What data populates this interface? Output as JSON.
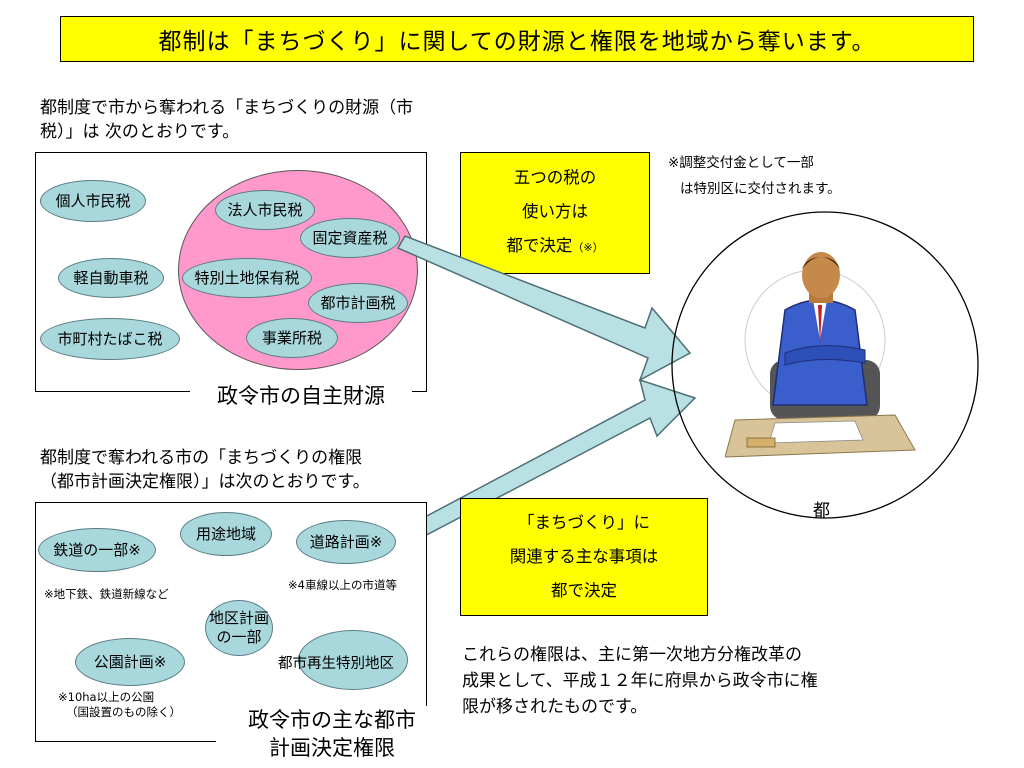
{
  "title": "都制は「まちづくり」に関しての財源と権限を地域から奪います。",
  "finance_section": {
    "intro_line1": "都制度で市から奪われる「まちづくりの財源（市",
    "intro_line2": "税）」は 次のとおりです。",
    "caption": "政令市の自主財源",
    "outer_taxes": [
      "個人市民税",
      "軽自動車税",
      "市町村たばこ税"
    ],
    "inner_taxes": [
      "法人市民税",
      "固定資産税",
      "特別土地保有税",
      "都市計画税",
      "事業所税"
    ]
  },
  "yellow_box_1": {
    "line1": "五つの税の",
    "line2": "使い方は",
    "line3": "都で決定",
    "mark": "（※）"
  },
  "note_top": {
    "line1": "※調整交付金として一部",
    "line2": "は特別区に交付されます。"
  },
  "authority_section": {
    "intro_line1": "都制度で奪われる市の「まちづくりの権限",
    "intro_line2": "（都市計画決定権限）」は次のとおりです。",
    "caption_line1": "政令市の主な都市",
    "caption_line2": "計画決定権限",
    "items": {
      "railway": "鉄道の一部※",
      "zoning": "用途地域",
      "road": "道路計画※",
      "district_line1": "地区計画",
      "district_line2": "の一部",
      "park": "公園計画※",
      "renewal": "都市再生特別地区"
    },
    "notes": {
      "railway": "※地下鉄、鉄道新線など",
      "road": "※4車線以上の市道等",
      "park_line1": "※10ha以上の公園",
      "park_line2": "（国設置のもの除く）"
    }
  },
  "yellow_box_2": {
    "line1": "「まちづくり」に",
    "line2": "関連する主な事項は",
    "line3": "都で決定"
  },
  "metro_label": "都",
  "bottom_text": {
    "line1": "これらの権限は、主に第一次地方分権改革の",
    "line2": "成果として、平成１２年に府県から政令市に権",
    "line3": "限が移されたものです。"
  },
  "colors": {
    "banner": "#ffff00",
    "pink": "#ff99cc",
    "ellipse": "#a9d8dc",
    "arrow": "#b9e0e3"
  }
}
